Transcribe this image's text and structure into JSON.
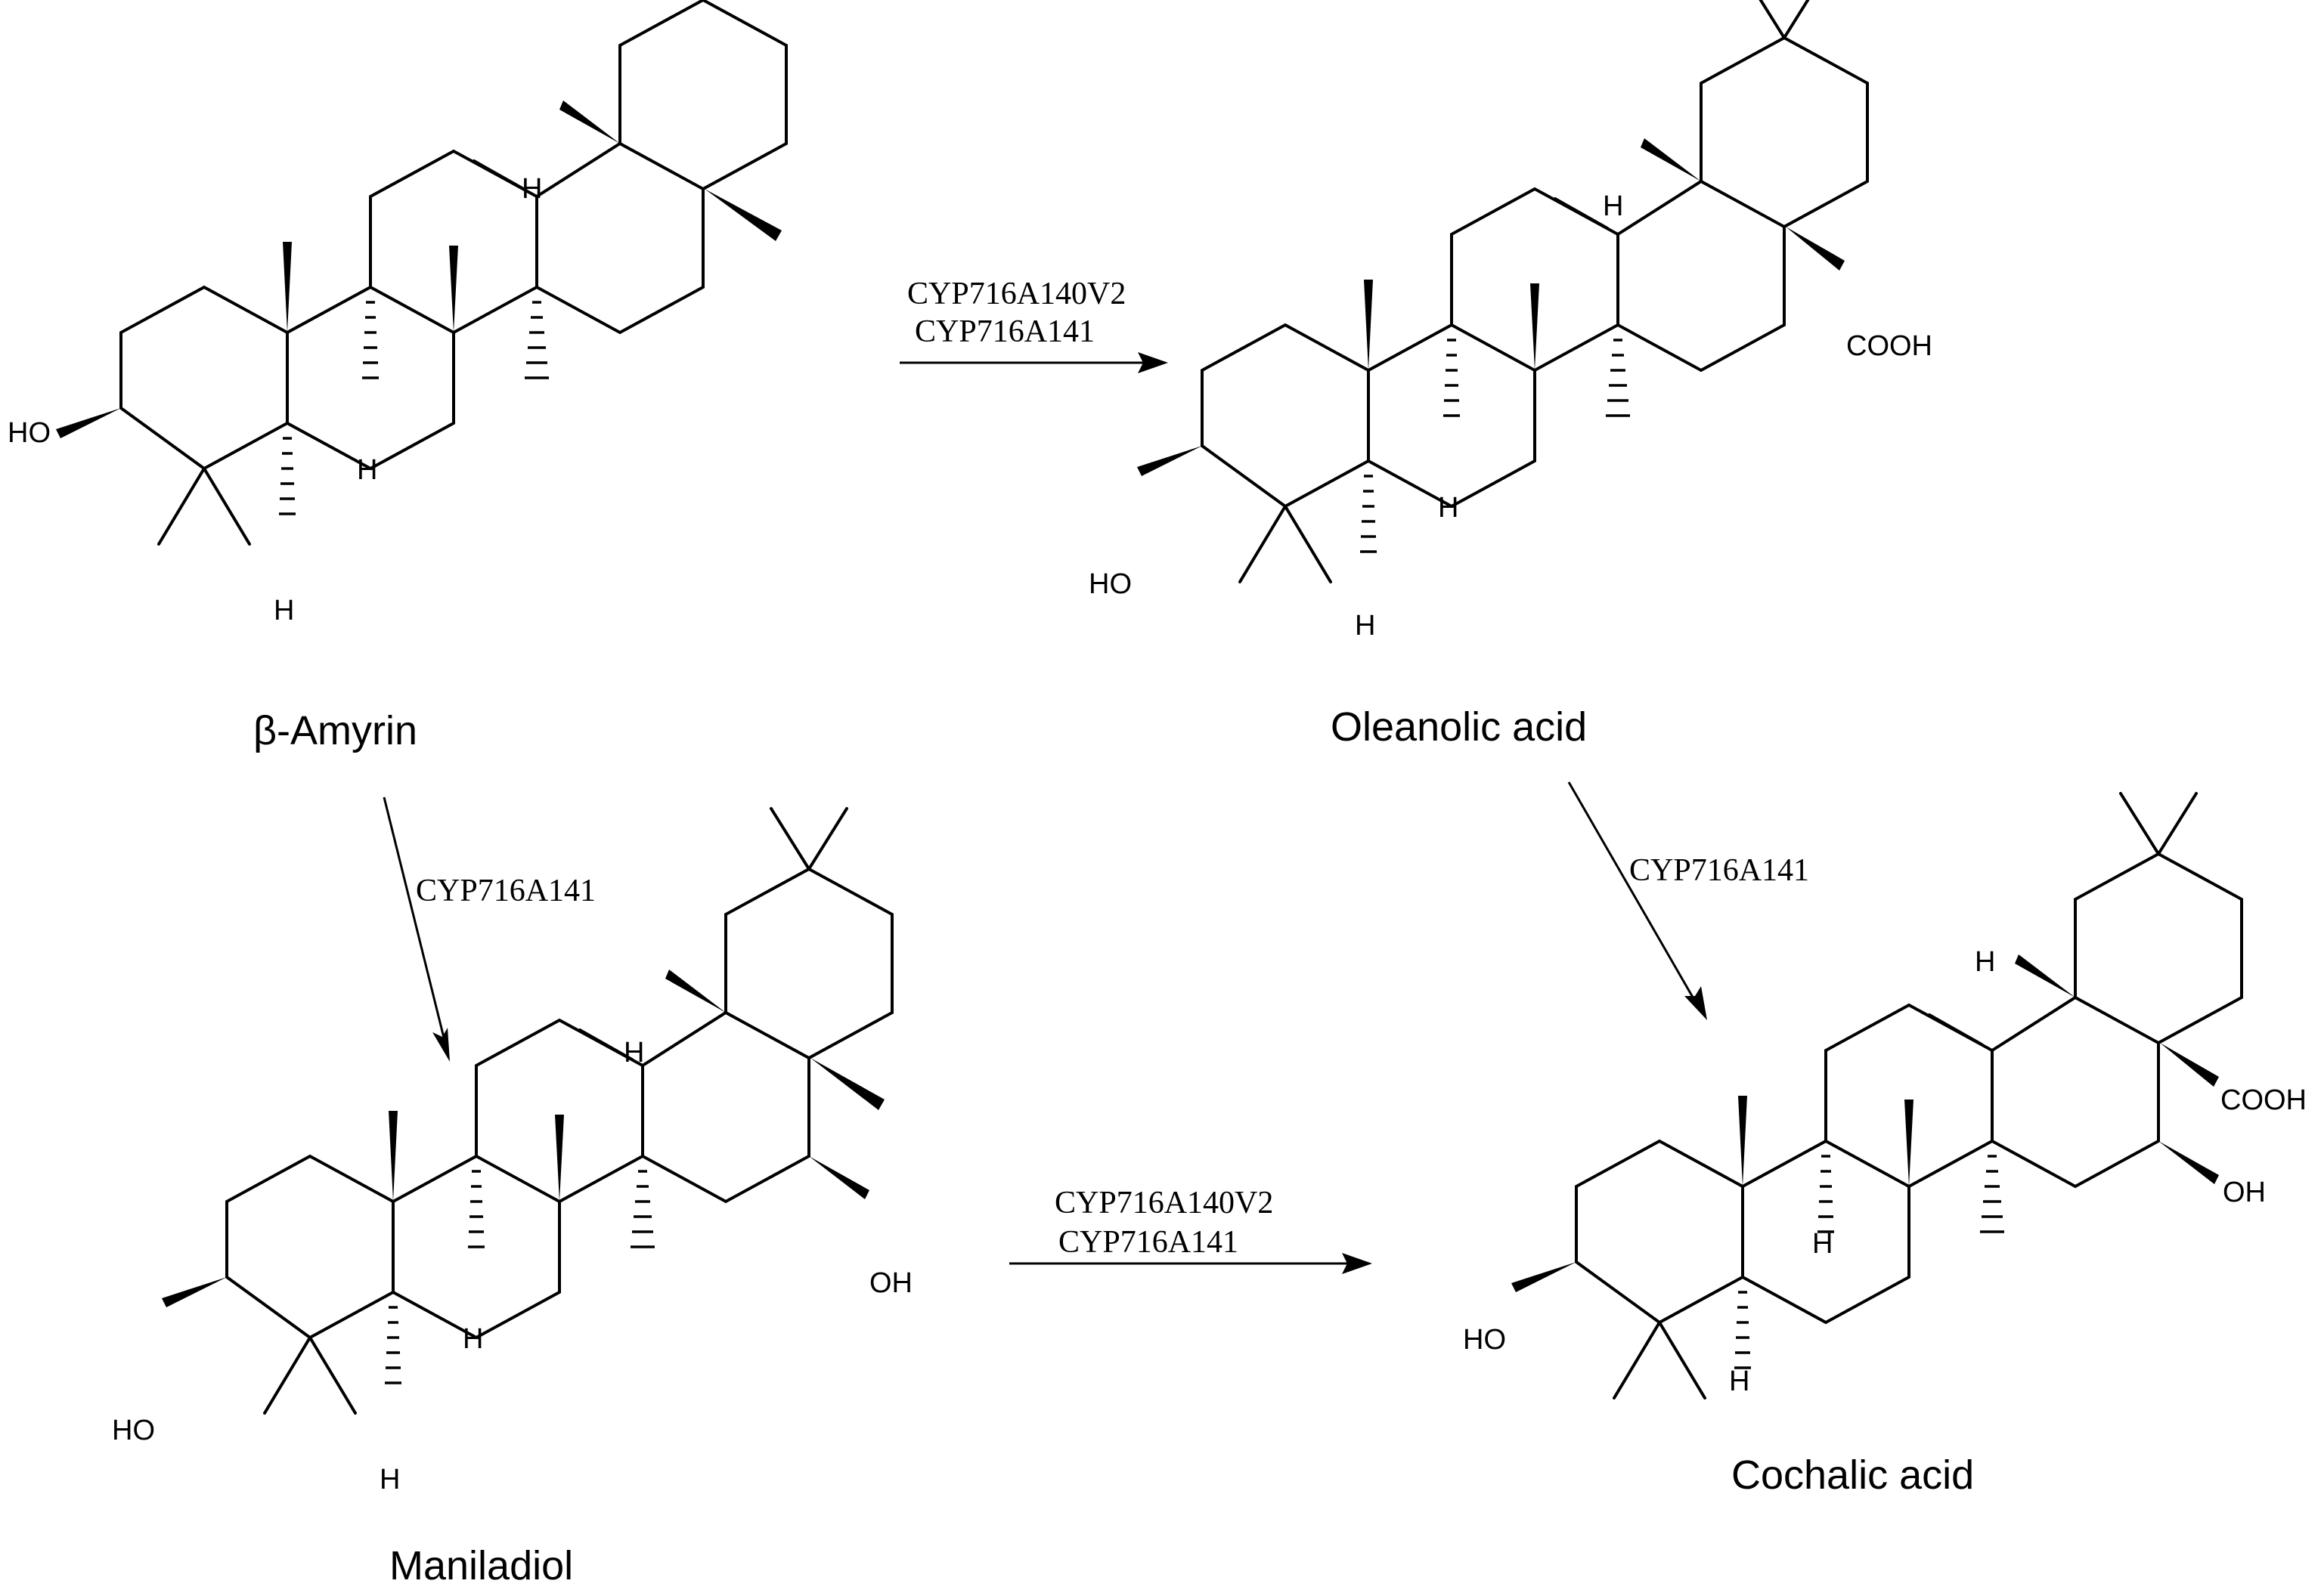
{
  "compounds": {
    "beta_amyrin": {
      "name": "β-Amyrin",
      "oh": "HO",
      "h1": "H",
      "h2": "H",
      "h3": "H"
    },
    "oleanolic_acid": {
      "name": "Oleanolic acid",
      "oh": "HO",
      "cooh": "COOH",
      "h1": "H",
      "h2": "H",
      "h3": "H"
    },
    "maniladiol": {
      "name": "Maniladiol",
      "oh": "HO",
      "oh2": "OH",
      "h1": "H",
      "h2": "H",
      "h3": "H"
    },
    "cochalic_acid": {
      "name": "Cochalic acid",
      "oh": "HO",
      "oh2": "OH",
      "cooh": "COOH",
      "h1": "H",
      "h2": "H",
      "h3": "H"
    }
  },
  "reactions": {
    "amyrin_to_oleanolic": [
      "CYP716A140V2",
      "CYP716A141"
    ],
    "amyrin_to_maniladiol": [
      "CYP716A141"
    ],
    "oleanolic_to_cochalic": [
      "CYP716A141"
    ],
    "maniladiol_to_cochalic": [
      "CYP716A140V2",
      "CYP716A141"
    ]
  }
}
